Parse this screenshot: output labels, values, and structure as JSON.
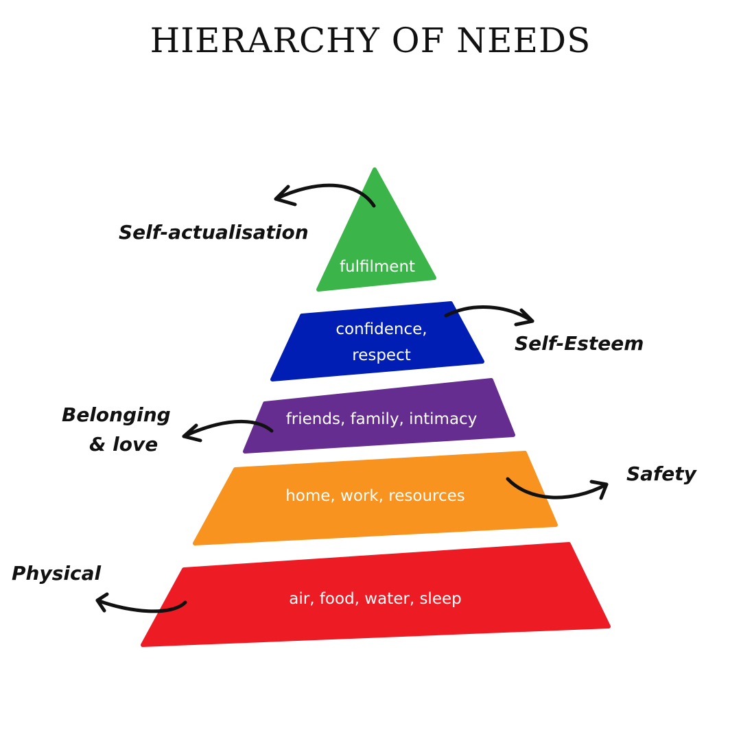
{
  "title": "HIERARCHY OF NEEDS",
  "tiers": [
    {
      "level": "Self-actualisation",
      "text": [
        "fulfilment"
      ],
      "color": "#3bb54a"
    },
    {
      "level": "Self-Esteem",
      "text": [
        "confidence,",
        "respect"
      ],
      "color": "#001eb4"
    },
    {
      "level_lines": [
        "Belonging",
        "& love"
      ],
      "text": [
        "friends, family, intimacy"
      ],
      "color": "#662d91"
    },
    {
      "level": "Safety",
      "text": [
        "home, work, resources"
      ],
      "color": "#f7931e"
    },
    {
      "level": "Physical",
      "text": [
        "air, food, water, sleep"
      ],
      "color": "#ed1c24"
    }
  ]
}
